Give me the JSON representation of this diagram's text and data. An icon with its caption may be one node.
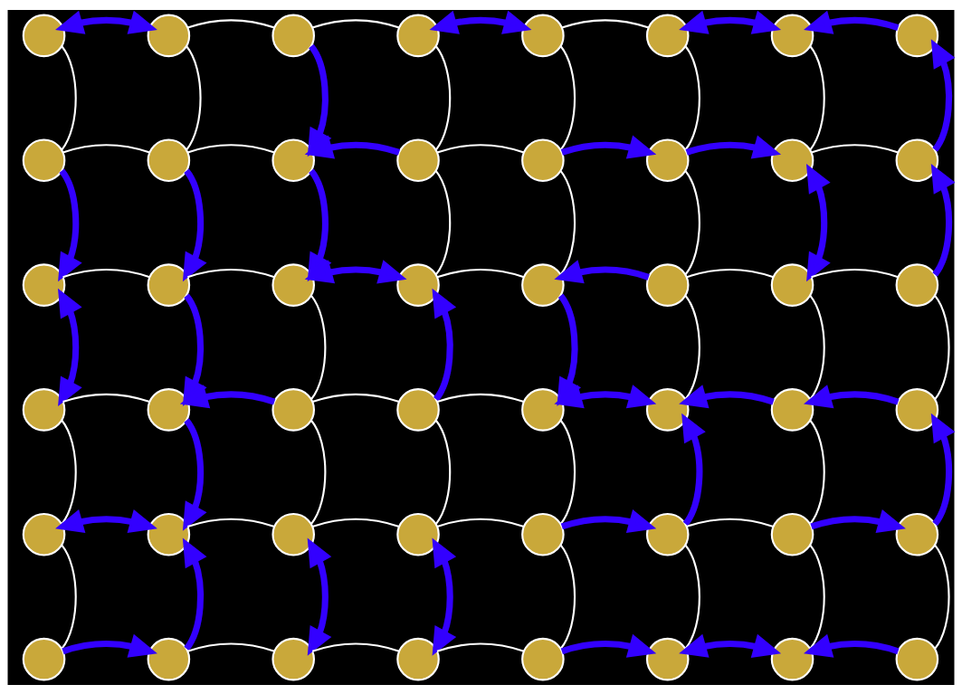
{
  "diagram": {
    "nodes": [
      {
        "text": [],
        "shape": "circle"
      },
      {
        "text": [],
        "shape": "circle"
      },
      {
        "text": [],
        "shape": "circle"
      },
      {
        "text": [],
        "shape": "circle"
      },
      {
        "text": [],
        "shape": "circle"
      },
      {
        "text": [],
        "shape": "circle"
      },
      {
        "text": [],
        "shape": "circle"
      },
      {
        "text": [],
        "shape": "circle"
      },
      {
        "text": [],
        "shape": "circle"
      },
      {
        "text": [],
        "shape": "circle"
      },
      {
        "text": [],
        "shape": "circle"
      },
      {
        "text": [],
        "shape": "circle"
      },
      {
        "text": [],
        "shape": "circle"
      },
      {
        "text": [],
        "shape": "circle"
      },
      {
        "text": [],
        "shape": "circle"
      },
      {
        "text": [],
        "shape": "circle"
      },
      {
        "text": [],
        "shape": "circle"
      },
      {
        "text": [],
        "shape": "circle"
      },
      {
        "text": [],
        "shape": "circle"
      },
      {
        "text": [],
        "shape": "circle"
      },
      {
        "text": [],
        "shape": "circle"
      },
      {
        "text": [],
        "shape": "circle"
      },
      {
        "text": [],
        "shape": "circle"
      },
      {
        "text": [],
        "shape": "circle"
      },
      {
        "text": [],
        "shape": "circle"
      },
      {
        "text": [],
        "shape": "circle"
      },
      {
        "text": [],
        "shape": "circle"
      },
      {
        "text": [],
        "shape": "circle"
      },
      {
        "text": [],
        "shape": "circle"
      },
      {
        "text": [],
        "shape": "circle"
      },
      {
        "text": [],
        "shape": "circle"
      },
      {
        "text": [],
        "shape": "circle"
      },
      {
        "text": [],
        "shape": "circle"
      },
      {
        "text": [],
        "shape": "circle"
      },
      {
        "text": [],
        "shape": "circle"
      },
      {
        "text": [],
        "shape": "circle"
      },
      {
        "text": [],
        "shape": "circle"
      },
      {
        "text": [],
        "shape": "circle"
      },
      {
        "text": [],
        "shape": "circle"
      },
      {
        "text": [],
        "shape": "circle"
      },
      {
        "text": [],
        "shape": "circle"
      },
      {
        "text": [],
        "shape": "circle"
      },
      {
        "text": [],
        "shape": "circle"
      },
      {
        "text": [],
        "shape": "circle"
      },
      {
        "text": [],
        "shape": "circle"
      },
      {
        "text": [],
        "shape": "circle"
      },
      {
        "text": [],
        "shape": "circle"
      },
      {
        "text": [],
        "shape": "circle"
      }
    ],
    "edges": [
      {
        "from": 0,
        "to": 1,
        "arrow": "both",
        "style": "thick",
        "color": "#3300ff"
      },
      {
        "from": 1,
        "to": 2,
        "arrow": "none"
      },
      {
        "from": 2,
        "to": 3,
        "arrow": "none"
      },
      {
        "from": 3,
        "to": 4,
        "arrow": "both",
        "style": "thick",
        "color": "#3300ff"
      },
      {
        "from": 4,
        "to": 5,
        "arrow": "none"
      },
      {
        "from": 5,
        "to": 6,
        "arrow": "both",
        "style": "thick",
        "color": "#3300ff"
      },
      {
        "from": 7,
        "to": 6,
        "arrow": "to",
        "style": "thick",
        "color": "#3300ff"
      },
      {
        "from": 8,
        "to": 9,
        "arrow": "none"
      },
      {
        "from": 9,
        "to": 10,
        "arrow": "none"
      },
      {
        "from": 11,
        "to": 10,
        "arrow": "to",
        "style": "thick",
        "color": "#3300ff"
      },
      {
        "from": 11,
        "to": 12,
        "arrow": "none"
      },
      {
        "from": 12,
        "to": 13,
        "arrow": "to",
        "style": "thick",
        "color": "#3300ff"
      },
      {
        "from": 13,
        "to": 14,
        "arrow": "to",
        "style": "thick",
        "color": "#3300ff"
      },
      {
        "from": 14,
        "to": 15,
        "arrow": "none"
      },
      {
        "from": 16,
        "to": 17,
        "arrow": "none"
      },
      {
        "from": 17,
        "to": 18,
        "arrow": "none"
      },
      {
        "from": 18,
        "to": 19,
        "arrow": "both",
        "style": "thick",
        "color": "#3300ff"
      },
      {
        "from": 19,
        "to": 20,
        "arrow": "none"
      },
      {
        "from": 21,
        "to": 20,
        "arrow": "to",
        "style": "thick",
        "color": "#3300ff"
      },
      {
        "from": 21,
        "to": 22,
        "arrow": "none"
      },
      {
        "from": 22,
        "to": 23,
        "arrow": "none"
      },
      {
        "from": 24,
        "to": 25,
        "arrow": "none"
      },
      {
        "from": 26,
        "to": 25,
        "arrow": "to",
        "style": "thick",
        "color": "#3300ff"
      },
      {
        "from": 26,
        "to": 27,
        "arrow": "none"
      },
      {
        "from": 27,
        "to": 28,
        "arrow": "none"
      },
      {
        "from": 28,
        "to": 29,
        "arrow": "both",
        "style": "thick",
        "color": "#3300ff"
      },
      {
        "from": 30,
        "to": 29,
        "arrow": "to",
        "style": "thick",
        "color": "#3300ff"
      },
      {
        "from": 31,
        "to": 30,
        "arrow": "to",
        "style": "thick",
        "color": "#3300ff"
      },
      {
        "from": 32,
        "to": 33,
        "arrow": "both",
        "style": "thick",
        "color": "#3300ff"
      },
      {
        "from": 33,
        "to": 34,
        "arrow": "none"
      },
      {
        "from": 34,
        "to": 35,
        "arrow": "none"
      },
      {
        "from": 35,
        "to": 36,
        "arrow": "none"
      },
      {
        "from": 36,
        "to": 37,
        "arrow": "to",
        "style": "thick",
        "color": "#3300ff"
      },
      {
        "from": 37,
        "to": 38,
        "arrow": "none"
      },
      {
        "from": 38,
        "to": 39,
        "arrow": "to",
        "style": "thick",
        "color": "#3300ff"
      },
      {
        "from": 40,
        "to": 41,
        "arrow": "to",
        "style": "thick",
        "color": "#3300ff"
      },
      {
        "from": 41,
        "to": 42,
        "arrow": "none"
      },
      {
        "from": 42,
        "to": 43,
        "arrow": "none"
      },
      {
        "from": 43,
        "to": 44,
        "arrow": "none"
      },
      {
        "from": 44,
        "to": 45,
        "arrow": "to",
        "style": "thick",
        "color": "#3300ff"
      },
      {
        "from": 45,
        "to": 46,
        "arrow": "both",
        "style": "thick",
        "color": "#3300ff"
      },
      {
        "from": 47,
        "to": 46,
        "arrow": "to",
        "style": "thick",
        "color": "#3300ff"
      },
      {
        "from": 0,
        "to": 8,
        "arrow": "none"
      },
      {
        "from": 1,
        "to": 9,
        "arrow": "none"
      },
      {
        "from": 2,
        "to": 10,
        "arrow": "to",
        "style": "thick",
        "color": "#3300ff"
      },
      {
        "from": 3,
        "to": 11,
        "arrow": "none"
      },
      {
        "from": 4,
        "to": 12,
        "arrow": "none"
      },
      {
        "from": 5,
        "to": 13,
        "arrow": "none"
      },
      {
        "from": 6,
        "to": 14,
        "arrow": "none"
      },
      {
        "from": 15,
        "to": 7,
        "arrow": "to",
        "style": "thick",
        "color": "#3300ff"
      },
      {
        "from": 8,
        "to": 16,
        "arrow": "to",
        "style": "thick",
        "color": "#3300ff"
      },
      {
        "from": 9,
        "to": 17,
        "arrow": "to",
        "style": "thick",
        "color": "#3300ff"
      },
      {
        "from": 10,
        "to": 18,
        "arrow": "to",
        "style": "thick",
        "color": "#3300ff"
      },
      {
        "from": 11,
        "to": 19,
        "arrow": "none"
      },
      {
        "from": 12,
        "to": 20,
        "arrow": "none"
      },
      {
        "from": 13,
        "to": 21,
        "arrow": "none"
      },
      {
        "from": 14,
        "to": 22,
        "arrow": "both",
        "style": "thick",
        "color": "#3300ff"
      },
      {
        "from": 23,
        "to": 15,
        "arrow": "to",
        "style": "thick",
        "color": "#3300ff"
      },
      {
        "from": 16,
        "to": 24,
        "arrow": "both",
        "style": "thick",
        "color": "#3300ff"
      },
      {
        "from": 17,
        "to": 25,
        "arrow": "to",
        "style": "thick",
        "color": "#3300ff"
      },
      {
        "from": 18,
        "to": 26,
        "arrow": "none"
      },
      {
        "from": 27,
        "to": 19,
        "arrow": "to",
        "style": "thick",
        "color": "#3300ff"
      },
      {
        "from": 20,
        "to": 28,
        "arrow": "to",
        "style": "thick",
        "color": "#3300ff"
      },
      {
        "from": 21,
        "to": 29,
        "arrow": "none"
      },
      {
        "from": 22,
        "to": 30,
        "arrow": "none"
      },
      {
        "from": 23,
        "to": 31,
        "arrow": "none"
      },
      {
        "from": 24,
        "to": 32,
        "arrow": "none"
      },
      {
        "from": 25,
        "to": 33,
        "arrow": "to",
        "style": "thick",
        "color": "#3300ff"
      },
      {
        "from": 26,
        "to": 34,
        "arrow": "none"
      },
      {
        "from": 27,
        "to": 35,
        "arrow": "none"
      },
      {
        "from": 28,
        "to": 36,
        "arrow": "none"
      },
      {
        "from": 37,
        "to": 29,
        "arrow": "to",
        "style": "thick",
        "color": "#3300ff"
      },
      {
        "from": 30,
        "to": 38,
        "arrow": "none"
      },
      {
        "from": 39,
        "to": 31,
        "arrow": "to",
        "style": "thick",
        "color": "#3300ff"
      },
      {
        "from": 32,
        "to": 40,
        "arrow": "none"
      },
      {
        "from": 41,
        "to": 33,
        "arrow": "to",
        "style": "thick",
        "color": "#3300ff"
      },
      {
        "from": 34,
        "to": 42,
        "arrow": "both",
        "style": "thick",
        "color": "#3300ff"
      },
      {
        "from": 35,
        "to": 43,
        "arrow": "both",
        "style": "thick",
        "color": "#3300ff"
      },
      {
        "from": 36,
        "to": 44,
        "arrow": "none"
      },
      {
        "from": 37,
        "to": 45,
        "arrow": "none"
      },
      {
        "from": 38,
        "to": 46,
        "arrow": "none"
      },
      {
        "from": 39,
        "to": 47,
        "arrow": "none"
      }
    ]
  }
}
